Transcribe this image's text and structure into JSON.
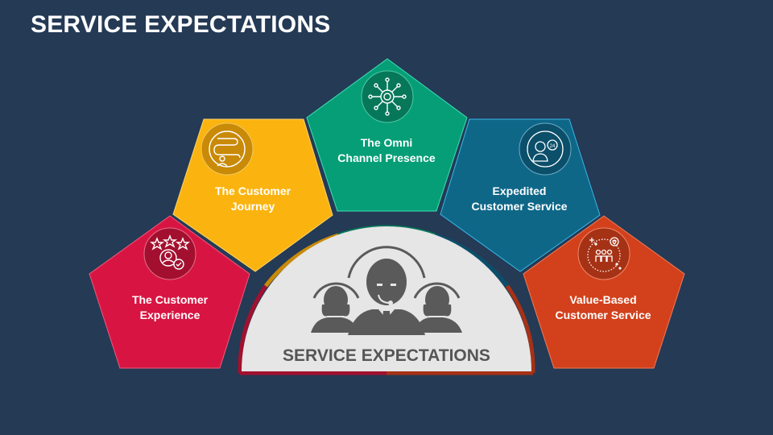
{
  "slide": {
    "title": "SERVICE EXPECTATIONS",
    "background": "#243a55"
  },
  "center": {
    "label": "SERVICE EXPECTATIONS",
    "icon": "customer-service-team-icon",
    "fill": "#e6e6e6",
    "icon_color": "#5a5a5a"
  },
  "items": [
    {
      "line1": "The Customer",
      "line2": "Experience",
      "icon": "star-rating-user-check-icon",
      "color": "#d81542",
      "circle": "#a3102f"
    },
    {
      "line1": "The Customer",
      "line2": "Journey",
      "icon": "customer-journey-path-icon",
      "color": "#fbb40f",
      "circle": "#c98a08"
    },
    {
      "line1": "The Omni",
      "line2": "Channel Presence",
      "icon": "omnichannel-network-icon",
      "color": "#059e77",
      "circle": "#07775a"
    },
    {
      "line1": "Expedited",
      "line2": "Customer Service",
      "icon": "agent-24-hours-icon",
      "color": "#0f6788",
      "circle": "#0b4f6a"
    },
    {
      "line1": "Value-Based",
      "line2": "Customer Service",
      "icon": "team-heart-value-icon",
      "color": "#d2411c",
      "circle": "#a63216"
    }
  ]
}
